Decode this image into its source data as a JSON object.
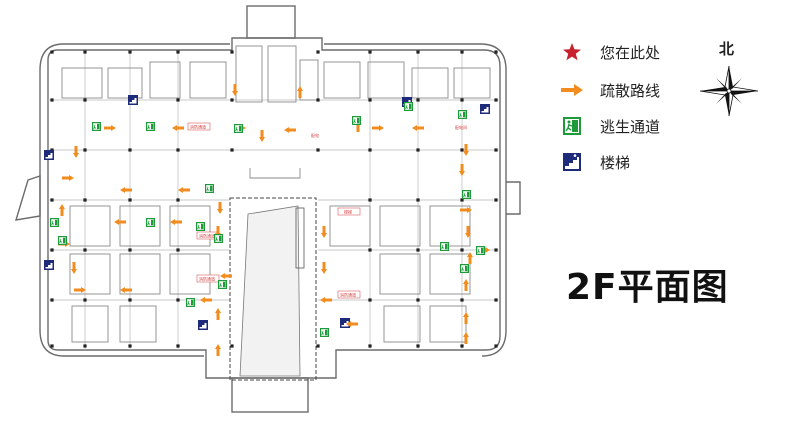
{
  "legend": {
    "items": [
      {
        "key": "you-are-here",
        "label": "您在此处",
        "color": "#c8202c",
        "icon": "star-icon"
      },
      {
        "key": "route",
        "label": "疏散路线",
        "color": "#f28c1e",
        "icon": "arrow-icon"
      },
      {
        "key": "exit",
        "label": "逃生通道",
        "color": "#1f9a3b",
        "icon": "exit-sign-icon"
      },
      {
        "key": "stairs",
        "label": "楼梯",
        "color": "#1d2b7a",
        "icon": "stairs-icon"
      }
    ]
  },
  "compass": {
    "north_label": "北"
  },
  "floor": {
    "title": "2F平面图"
  },
  "plan_labels": [
    "消防通道",
    "消防通道",
    "消防通道",
    "消防通道",
    "楼梯",
    "配电",
    "配电间"
  ],
  "colors": {
    "wall": "#6b6b6b",
    "grid": "#b9b9b9",
    "route": "#f28c1e",
    "exit": "#1f9a3b",
    "stairs": "#1d2b7a",
    "sign_text": "#d13a3a"
  }
}
